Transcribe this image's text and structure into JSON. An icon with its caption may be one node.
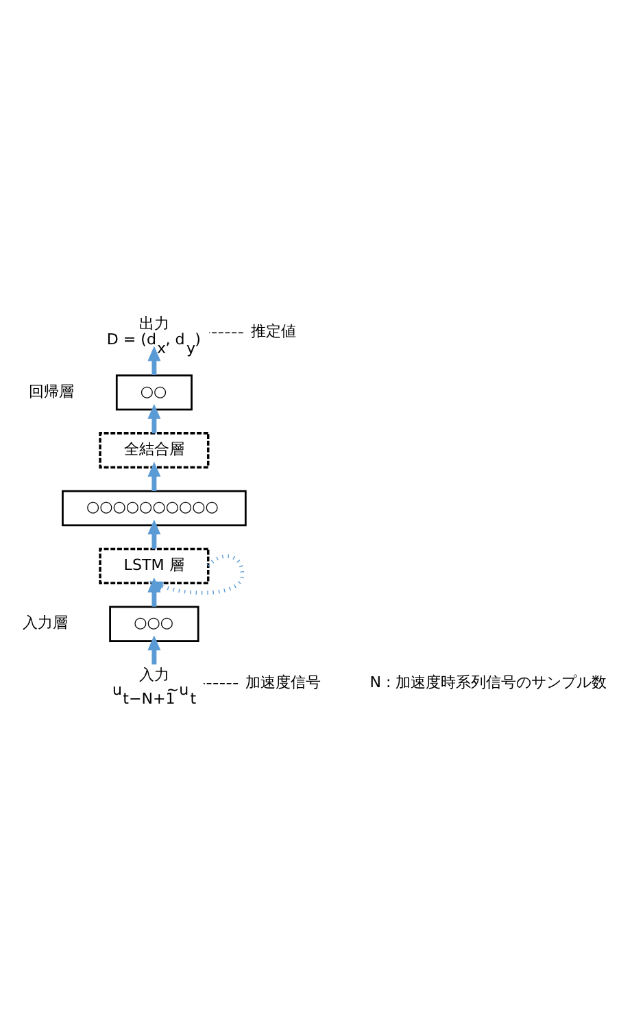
{
  "diagram": {
    "nodes": [
      {
        "text": [
          "入力",
          "u$_{t−N+1}$~u$_{t}$"
        ]
      },
      {
        "text": [
          "○○○"
        ],
        "beside": [
          "入力層"
        ]
      },
      {
        "text": [
          "LSTM 層"
        ]
      },
      {
        "text": [
          "○○○○○○○○○○"
        ]
      },
      {
        "text": [
          "全結合層"
        ]
      },
      {
        "text": [
          "○○"
        ],
        "beside": [
          "回帰層"
        ]
      },
      {
        "text": [
          "出力",
          "D = (d$_{x}$, d$_{y}$)"
        ]
      },
      {
        "text": [
          "推定値"
        ]
      },
      {
        "text": [
          "加速度信号"
        ]
      }
    ],
    "edges": [
      {
        "from": 0,
        "to": 1,
        "arrow": "to"
      },
      {
        "from": 1,
        "to": 2,
        "arrow": "to"
      },
      {
        "from": 2,
        "to": 2,
        "arrow": "to",
        "style": "dashed"
      },
      {
        "from": 2,
        "to": 3,
        "arrow": "to"
      },
      {
        "from": 3,
        "to": 4,
        "arrow": "to"
      },
      {
        "from": 4,
        "to": 5,
        "arrow": "to"
      },
      {
        "from": 5,
        "to": 6,
        "arrow": "to"
      },
      {
        "from": 7,
        "to": 6,
        "arrow": "none",
        "style": "dashed",
        "color": "#000000"
      },
      {
        "from": 8,
        "to": 0,
        "arrow": "none",
        "style": "dashed",
        "color": "#000000"
      }
    ],
    "labels": [
      "N : 加速度時系列信号のサンプル数"
    ]
  }
}
